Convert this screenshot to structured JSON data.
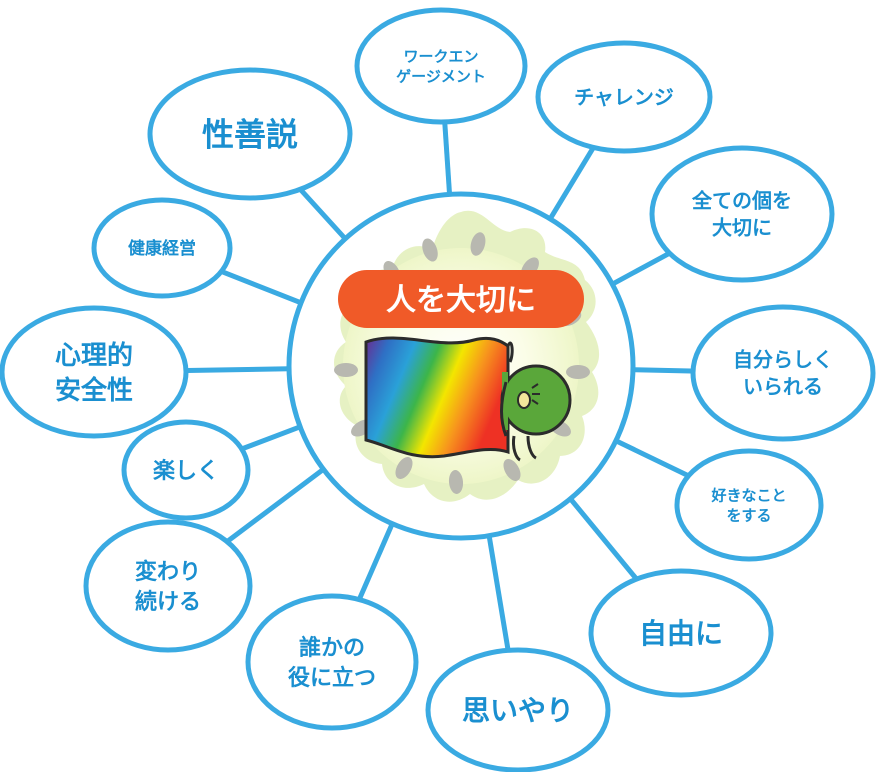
{
  "center": {
    "banner": "人を大切に",
    "colors": {
      "ring": "#3aaae2",
      "banner": "#f05a28",
      "text": "#1a8fd0"
    }
  },
  "bubbles": [
    {
      "id": "work-engagement",
      "lines": [
        "ワークエン",
        "ゲージメント"
      ]
    },
    {
      "id": "challenge",
      "lines": [
        "チャレンジ"
      ]
    },
    {
      "id": "value-each",
      "lines": [
        "全ての個を",
        "大切に"
      ]
    },
    {
      "id": "be-yourself",
      "lines": [
        "自分らしく",
        "いられる"
      ]
    },
    {
      "id": "do-what-you-like",
      "lines": [
        "好きなこと",
        "をする"
      ]
    },
    {
      "id": "freely",
      "lines": [
        "自由に"
      ]
    },
    {
      "id": "consideration",
      "lines": [
        "思いやり"
      ]
    },
    {
      "id": "help-someone",
      "lines": [
        "誰かの",
        "役に立つ"
      ]
    },
    {
      "id": "keep-changing",
      "lines": [
        "変わり",
        "続ける"
      ]
    },
    {
      "id": "fun",
      "lines": [
        "楽しく"
      ]
    },
    {
      "id": "psych-safety",
      "lines": [
        "心理的",
        "安全性"
      ]
    },
    {
      "id": "health-management",
      "lines": [
        "健康経営"
      ]
    },
    {
      "id": "goodness",
      "lines": [
        "性善説"
      ]
    }
  ]
}
